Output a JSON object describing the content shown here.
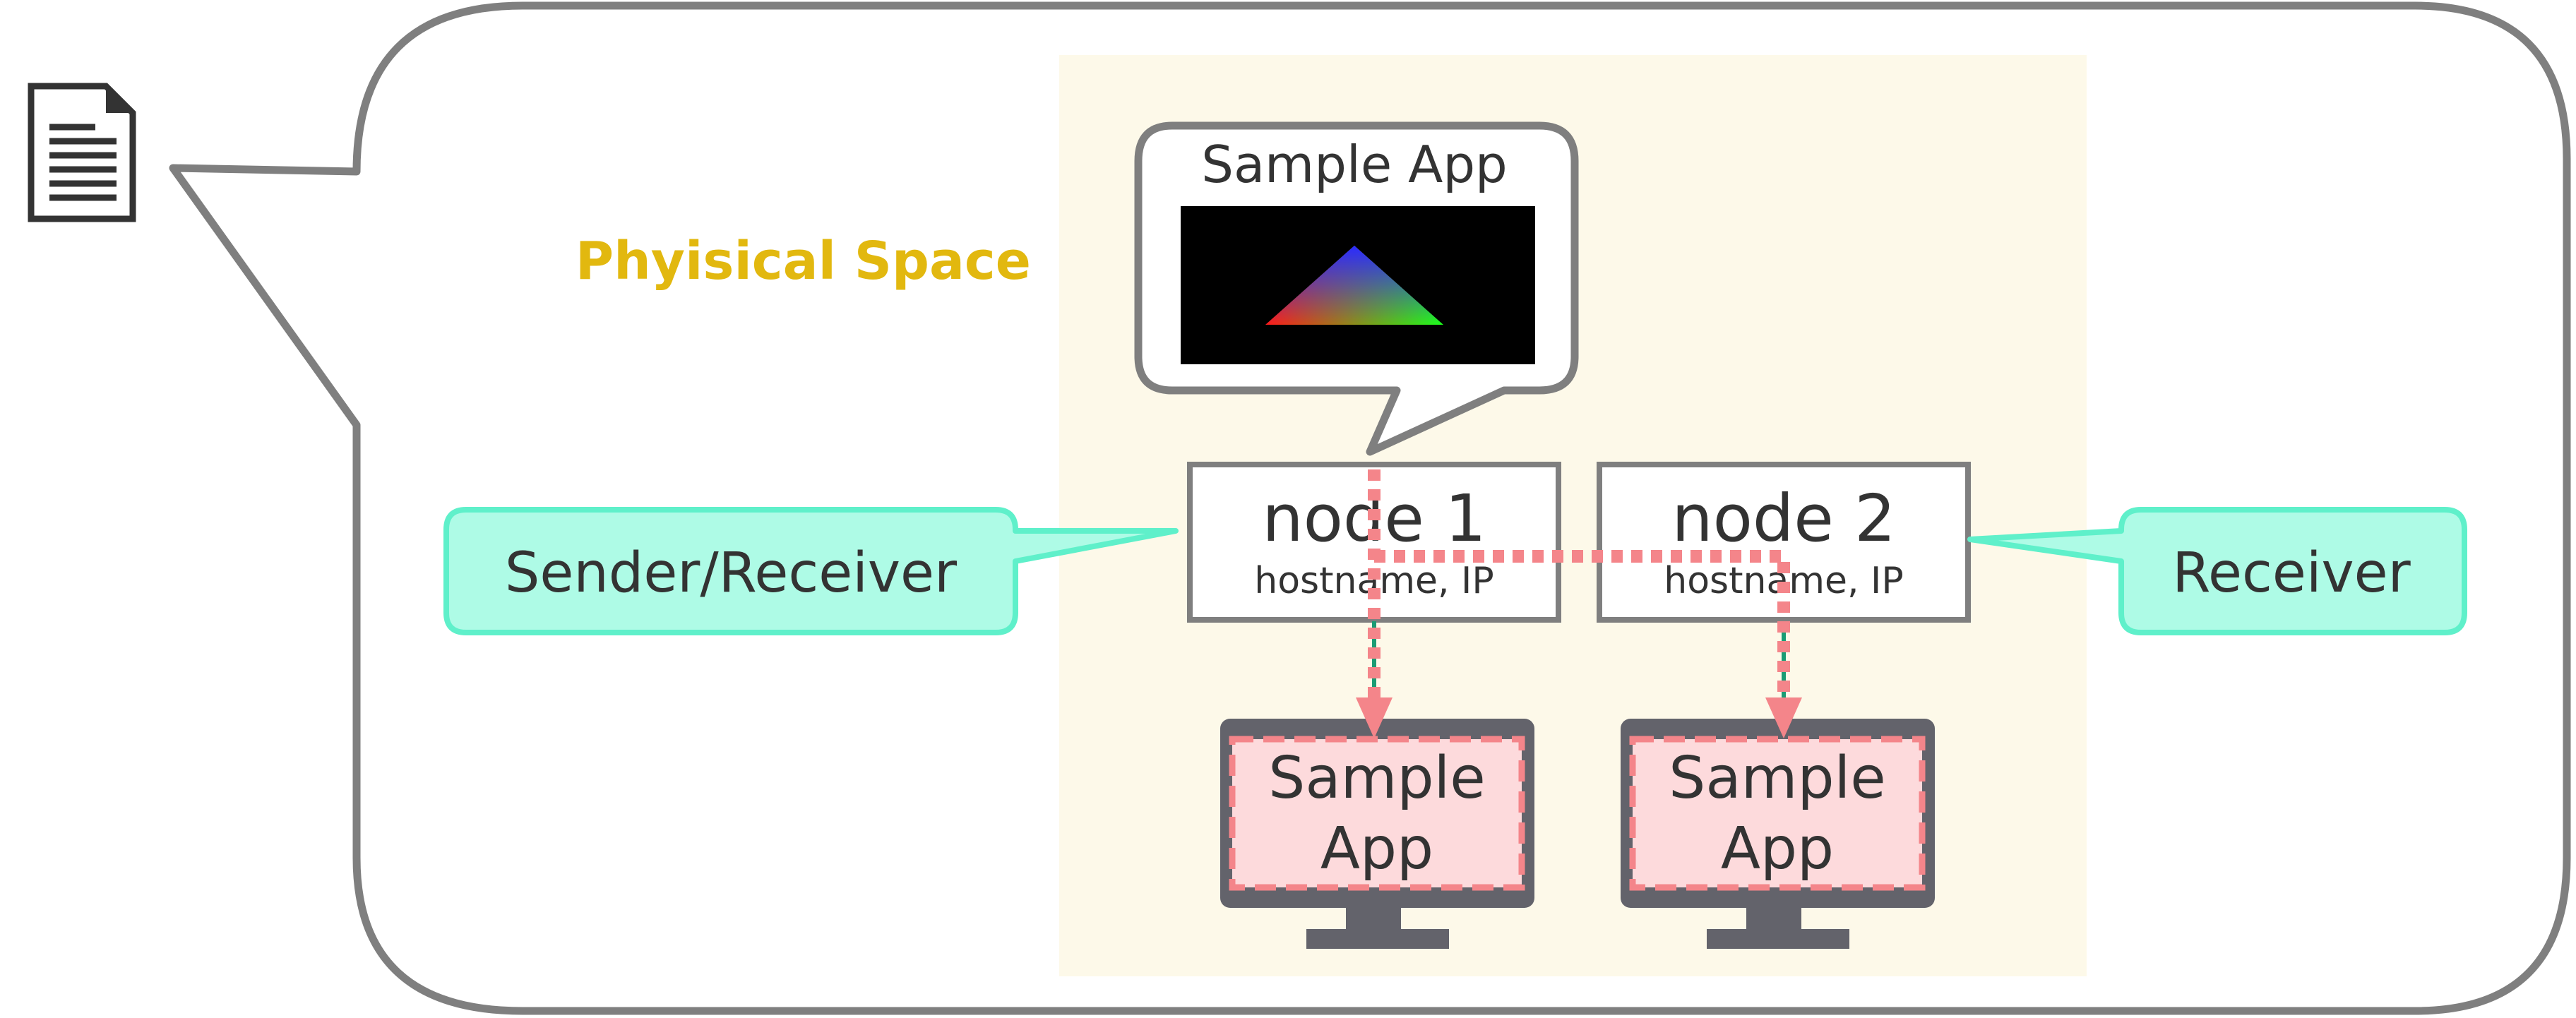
{
  "space": {
    "label": "Phyisical Space",
    "label_color": "#e2b80f",
    "background_color": "#fdf9e9"
  },
  "app_bubble": {
    "title": "Sample App"
  },
  "nodes": [
    {
      "name": "node 1",
      "subtitle": "hostname, IP",
      "role": "Sender/Receiver"
    },
    {
      "name": "node 2",
      "subtitle": "hostname, IP",
      "role": "Receiver"
    }
  ],
  "displays": [
    {
      "line1": "Sample",
      "line2": "App"
    },
    {
      "line1": "Sample",
      "line2": "App"
    }
  ],
  "icons": {
    "document": "document-icon",
    "monitor": "monitor-icon",
    "triangle": "gradient-triangle-icon"
  },
  "colors": {
    "outline": "#7f7f7f",
    "role_fill": "#aefbe6",
    "role_border": "#5ff0ca",
    "route": "#f4858a",
    "link": "#1a9c74",
    "display_frame": "#63636b",
    "display_fill": "#fddadc",
    "text": "#333333"
  }
}
